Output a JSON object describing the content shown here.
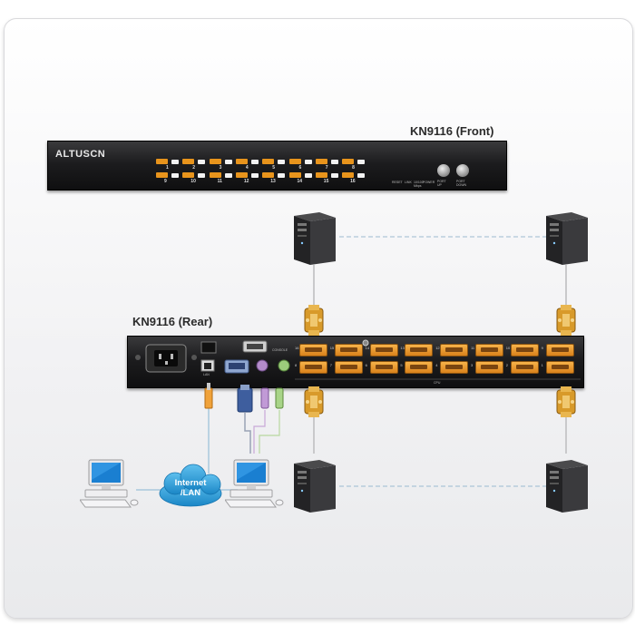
{
  "front": {
    "title": "KN9116 (Front)",
    "logo": "ALTUSCN",
    "ports_top": [
      "1",
      "2",
      "3",
      "4",
      "5",
      "6",
      "7",
      "8"
    ],
    "ports_bottom": [
      "9",
      "10",
      "11",
      "12",
      "13",
      "14",
      "15",
      "16"
    ],
    "indicators": [
      "RESET",
      "LINK",
      "10/100 Mbps",
      "POWER"
    ],
    "buttons": [
      "PORT UP",
      "PORT DOWN"
    ],
    "led_color": "#e8941c"
  },
  "rear": {
    "title": "KN9116 (Rear)",
    "lan_label": "LAN",
    "console_label": "CONSOLE",
    "cpu_label": "CPU",
    "ports_top": [
      "16",
      "15",
      "14",
      "13",
      "12",
      "11",
      "10",
      "9"
    ],
    "ports_bottom": [
      "8",
      "7",
      "6",
      "5",
      "4",
      "3",
      "2",
      "1"
    ]
  },
  "network": {
    "cloud_label_1": "Internet",
    "cloud_label_2": "/LAN",
    "cloud_color": "#2aa0dc",
    "cable_color": "#e8a24a"
  },
  "devices": {
    "servers": [
      "computer-tower-icon",
      "computer-tower-icon",
      "computer-tower-icon",
      "computer-tower-icon"
    ],
    "workstations": [
      "desktop-computer-icon",
      "desktop-computer-icon"
    ]
  }
}
